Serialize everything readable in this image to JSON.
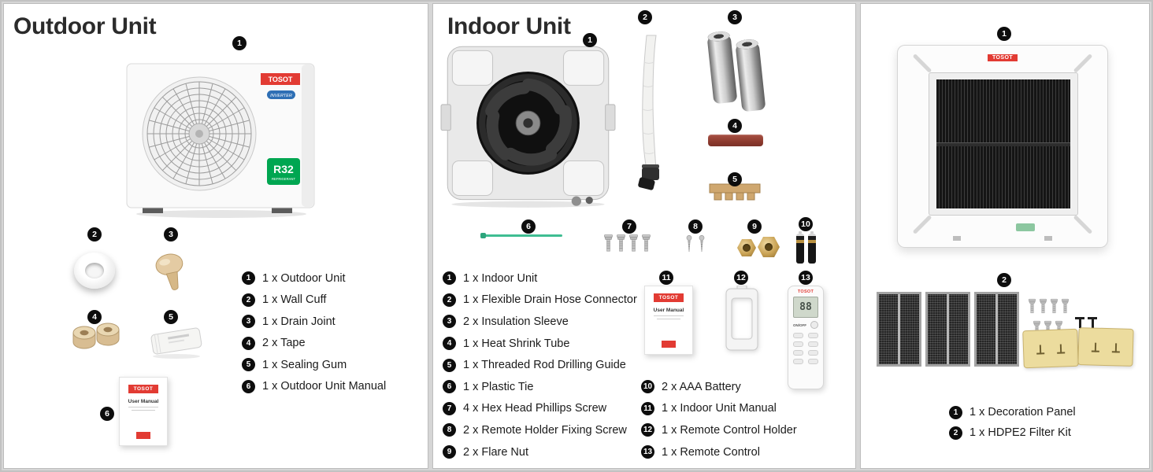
{
  "graphics": {
    "brand": "TOSOT",
    "inverter_label": "INVERTER",
    "r32_label": "R32",
    "refrigerant_label": "REFRIGERANT",
    "manual_title": "User Manual",
    "remote_onoff": "ON/OFF",
    "remote_lcd": "88"
  },
  "outdoor": {
    "title": "Outdoor Unit",
    "items": [
      {
        "num": "1",
        "label": "1 x Outdoor Unit"
      },
      {
        "num": "2",
        "label": "1 x Wall Cuff"
      },
      {
        "num": "3",
        "label": "1 x Drain Joint"
      },
      {
        "num": "4",
        "label": "2 x Tape"
      },
      {
        "num": "5",
        "label": "1 x Sealing Gum"
      },
      {
        "num": "6",
        "label": "1 x Outdoor Unit Manual"
      }
    ]
  },
  "indoor": {
    "title": "Indoor Unit",
    "items": [
      {
        "num": "1",
        "label": "1 x Indoor Unit"
      },
      {
        "num": "2",
        "label": "1 x Flexible Drain Hose Connector"
      },
      {
        "num": "3",
        "label": "2 x Insulation Sleeve"
      },
      {
        "num": "4",
        "label": "1 x Heat Shrink Tube"
      },
      {
        "num": "5",
        "label": "1 x Threaded Rod Drilling Guide"
      },
      {
        "num": "6",
        "label": "1 x Plastic Tie"
      },
      {
        "num": "7",
        "label": "4 x Hex Head Phillips Screw"
      },
      {
        "num": "8",
        "label": "2 x Remote Holder Fixing Screw"
      },
      {
        "num": "9",
        "label": "2 x Flare Nut"
      },
      {
        "num": "10",
        "label": "2 x AAA Battery"
      },
      {
        "num": "11",
        "label": "1 x Indoor Unit Manual"
      },
      {
        "num": "12",
        "label": "1 x Remote Control Holder"
      },
      {
        "num": "13",
        "label": "1 x Remote Control"
      }
    ]
  },
  "accessories": {
    "items": [
      {
        "num": "1",
        "label": "1 x Decoration Panel"
      },
      {
        "num": "2",
        "label": "1 x HDPE2 Filter Kit"
      }
    ]
  }
}
